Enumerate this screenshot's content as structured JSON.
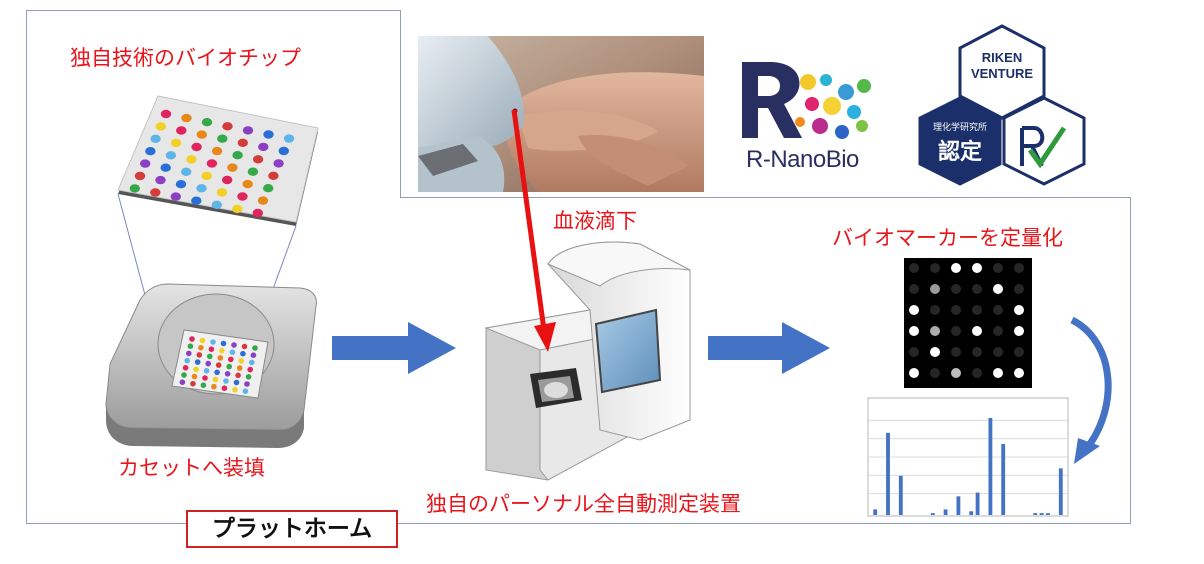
{
  "labels": {
    "biochip": "独自技術のバイオチップ",
    "cassette": "カセットへ装填",
    "blood_drop": "血液滴下",
    "quantify": "バイオマーカーを定量化",
    "device": "独自のパーソナル全自動測定装置",
    "platform": "プラットホーム"
  },
  "logos": {
    "rnanobio": "R-NanoBio",
    "riken_line1": "RIKEN",
    "riken_line2": "VENTURE",
    "riken_small": "理化学研究所",
    "riken_cert": "認定"
  },
  "colors": {
    "label_red": "#e8151b",
    "arrow_blue": "#4472c4",
    "drop_arrow_red": "#e81010",
    "frame": "#8fa0b8",
    "logo_navy": "#2a2f62",
    "riken_navy": "#1b2f6a",
    "riken_green": "#2e9a3a"
  },
  "chip_dot_colors": [
    "#e0245e",
    "#2a6fd6",
    "#35a84a",
    "#f2d024",
    "#8a3fc4",
    "#e8871a",
    "#5fb4e8",
    "#d43b3b"
  ],
  "chart_data": {
    "type": "bar",
    "values": [
      3,
      0,
      44,
      0,
      21,
      0,
      0,
      0,
      0,
      1,
      0,
      3,
      0,
      10,
      0,
      2,
      12,
      0,
      52,
      0,
      38,
      0,
      0,
      0,
      0,
      1,
      1,
      1,
      0,
      25
    ],
    "ylim": [
      0,
      60
    ],
    "grid": true
  }
}
